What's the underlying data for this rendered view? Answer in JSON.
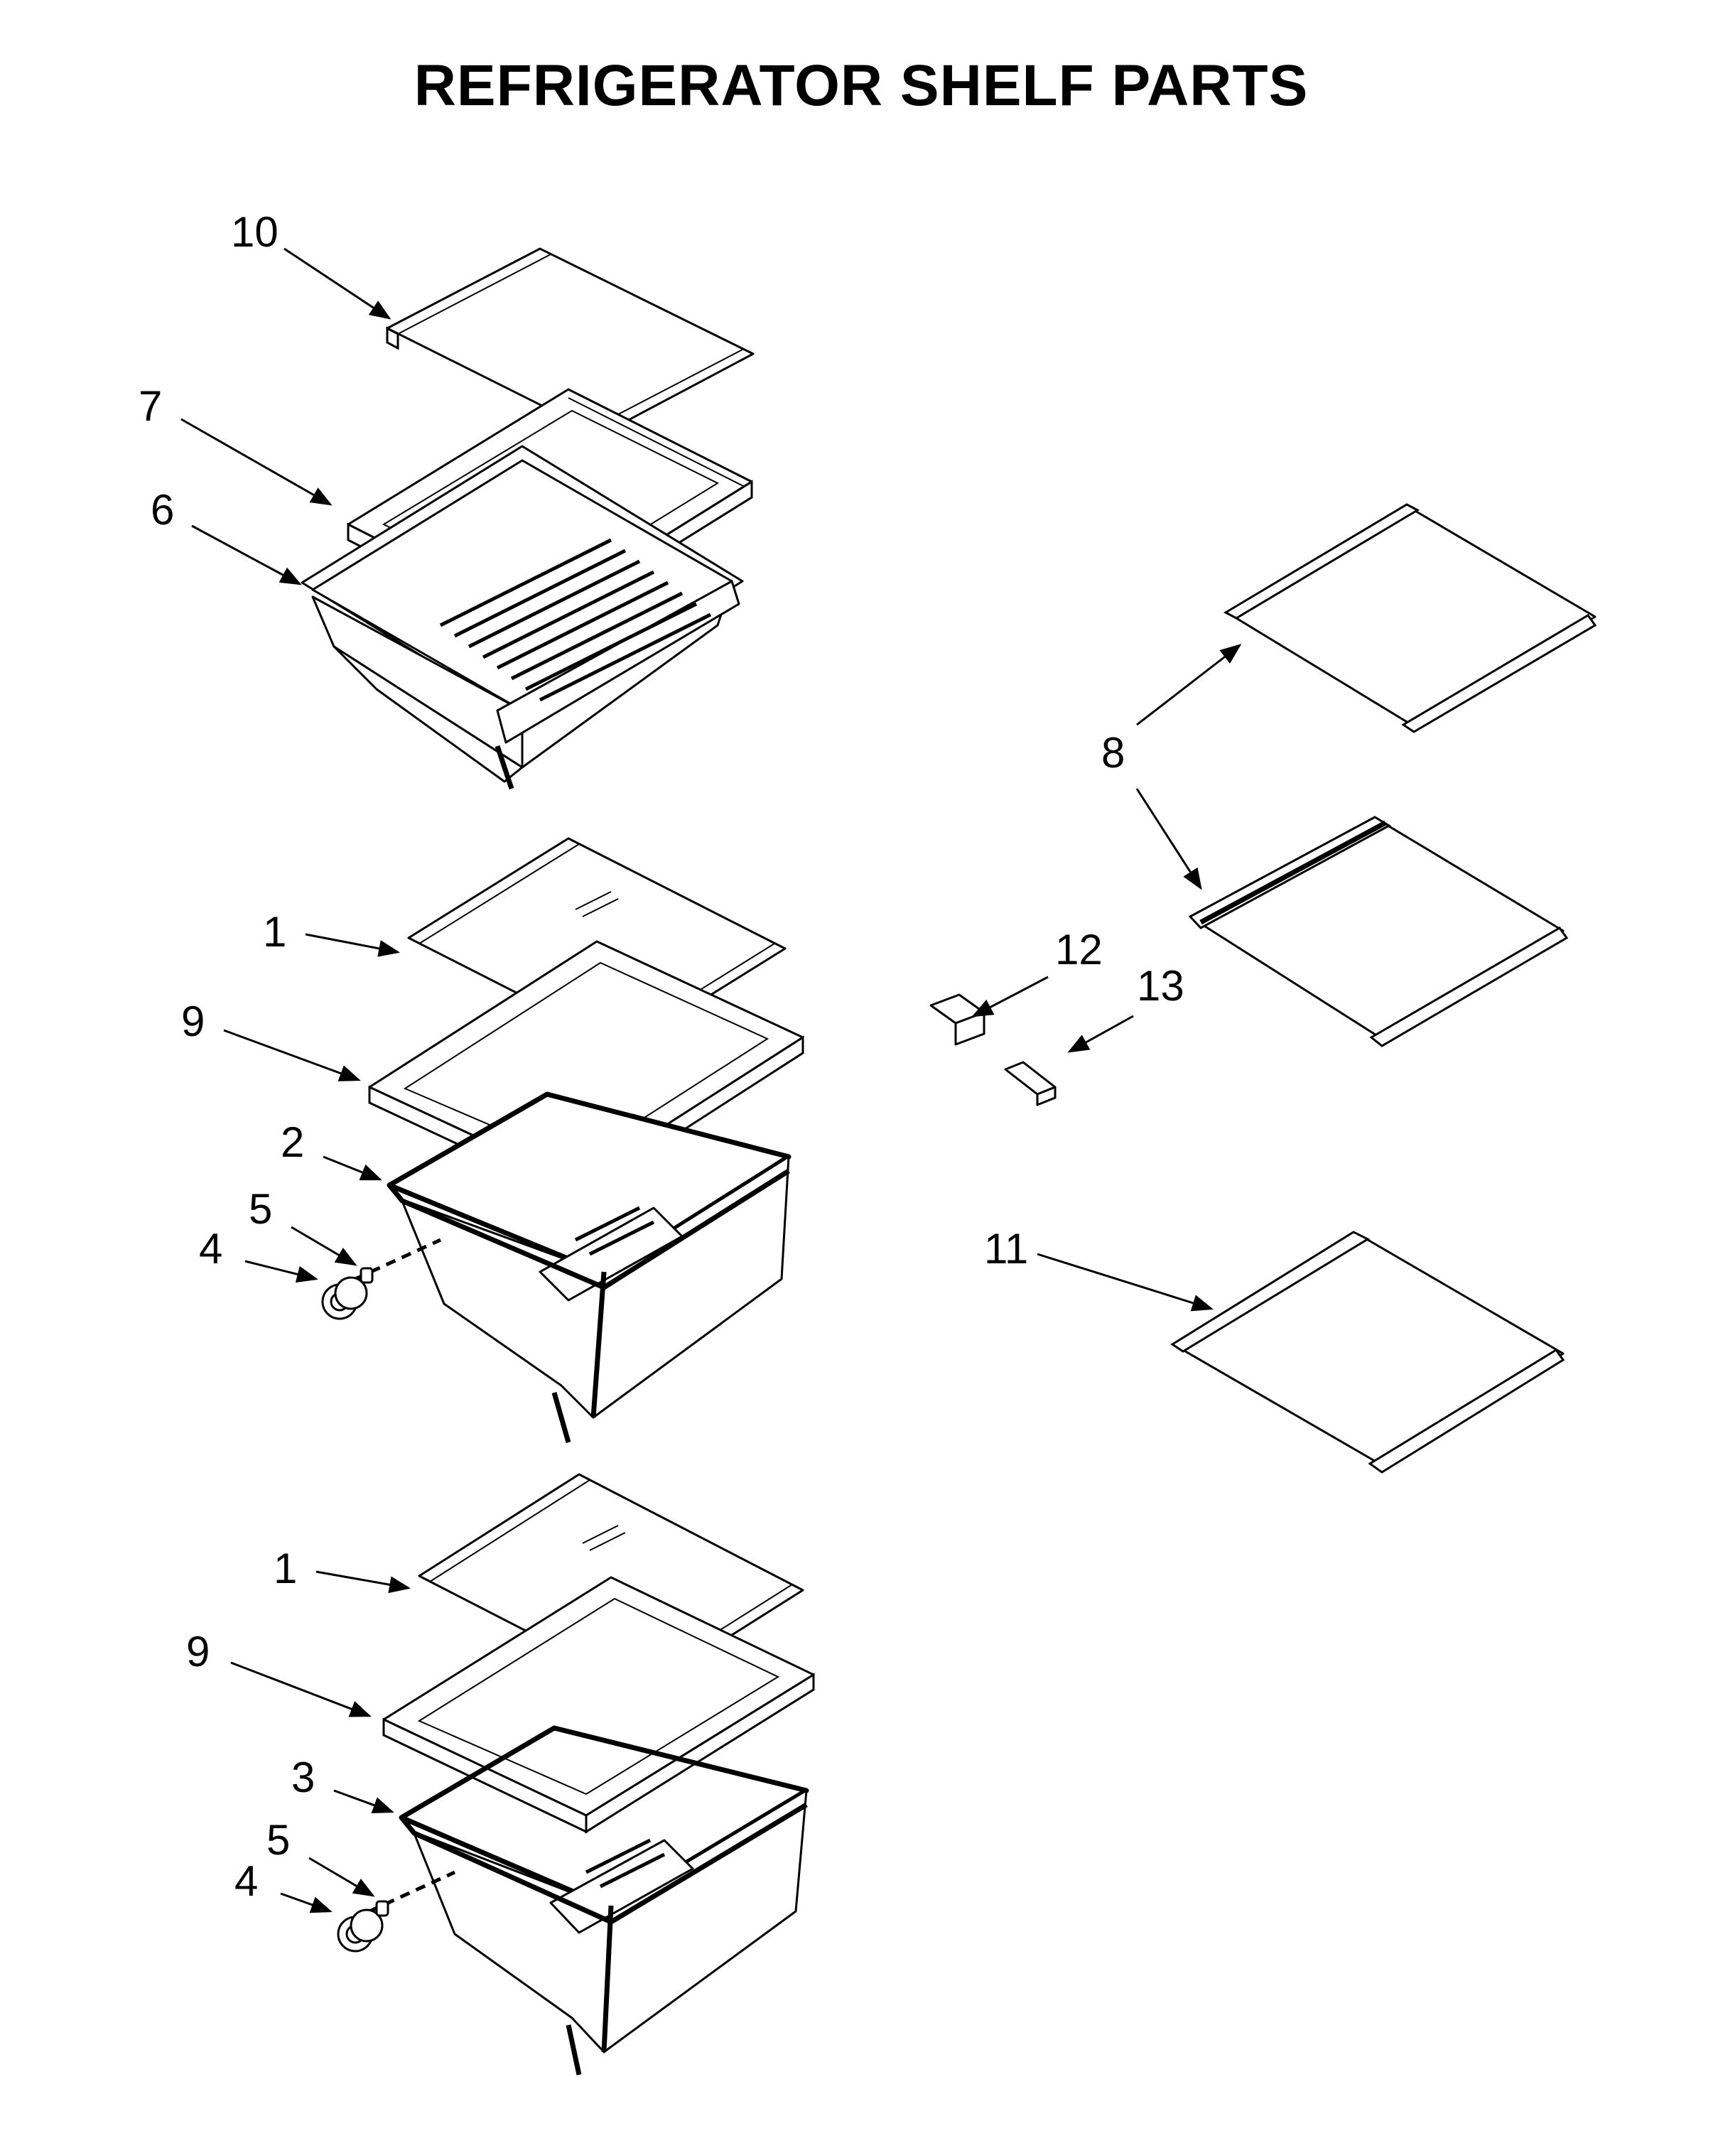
{
  "title": "REFRIGERATOR SHELF PARTS",
  "callouts": {
    "c10": "10",
    "c7": "7",
    "c6": "6",
    "c8": "8",
    "c1a": "1",
    "c9a": "9",
    "c2": "2",
    "c5a": "5",
    "c4a": "4",
    "c12": "12",
    "c13": "13",
    "c11": "11",
    "c1b": "1",
    "c9b": "9",
    "c3": "3",
    "c5b": "5",
    "c4b": "4"
  }
}
